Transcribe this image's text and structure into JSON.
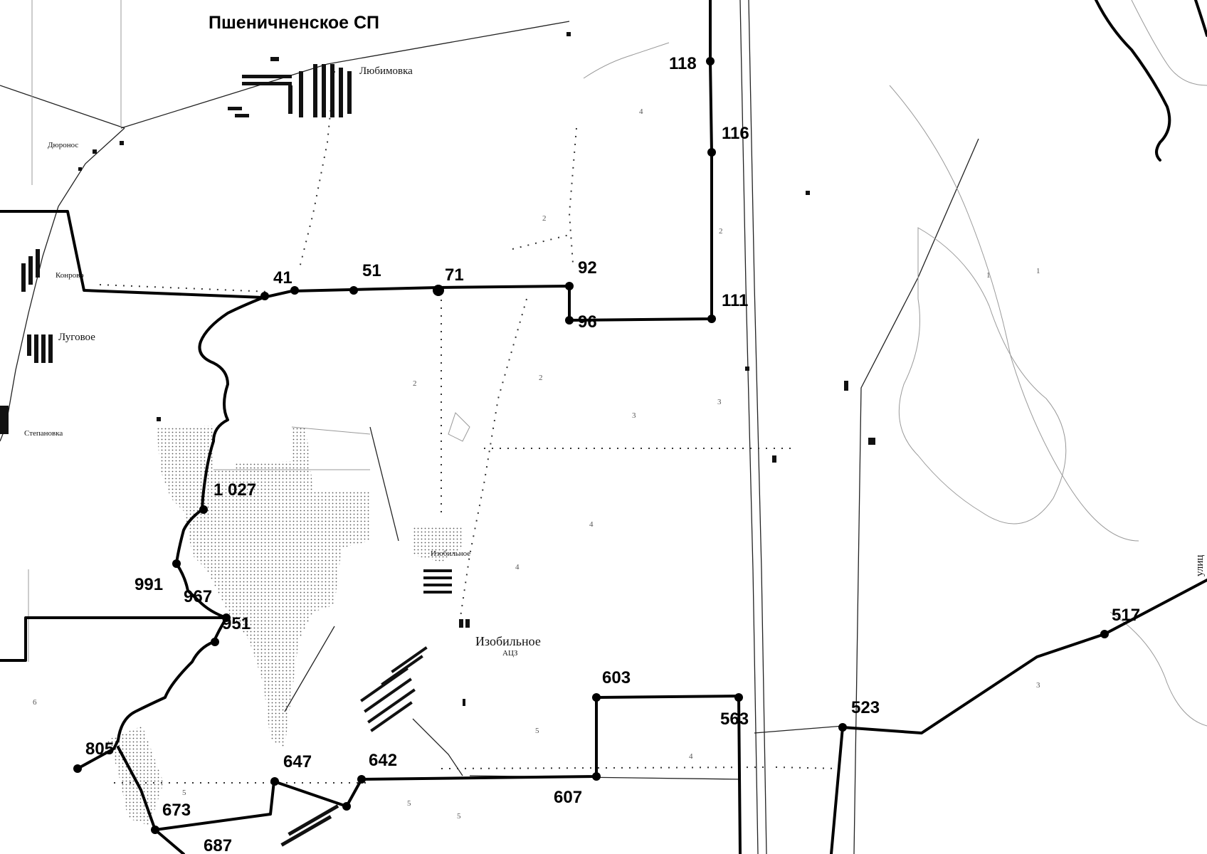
{
  "title": "Пшеничненское СП",
  "settlements": {
    "lyubimovka": "Любимовка",
    "dyuronos": "Дюронос",
    "konrovo": "Конрово",
    "lugovoe": "Луговое",
    "stepanovka": "Степановка",
    "izobilnoe_small": "Изобильное",
    "izobilnoe": "Изобильное",
    "ats": "АЦЗ",
    "street_partial": "улиц"
  },
  "points": {
    "p118": "118",
    "p116": "116",
    "p92": "92",
    "p111": "111",
    "p96": "96",
    "p41": "41",
    "p51": "51",
    "p71": "71",
    "p1027": "1 027",
    "p991": "991",
    "p967": "967",
    "p951": "951",
    "p805": "805",
    "p673": "673",
    "p687": "687",
    "p647": "647",
    "p642": "642",
    "p607": "607",
    "p603": "603",
    "p563": "563",
    "p523": "523",
    "p517": "517"
  },
  "field_numbers": {
    "f1": "2",
    "f2": "2",
    "f3": "2",
    "f4": "3",
    "f5": "3",
    "f6": "4",
    "f7": "4",
    "f8": "5",
    "f9": "5",
    "f10": "5",
    "f11": "6",
    "f12": "3",
    "f13": "1",
    "f14": "1",
    "f15": "2",
    "f16": "4",
    "f17": "4",
    "f18": "5"
  }
}
